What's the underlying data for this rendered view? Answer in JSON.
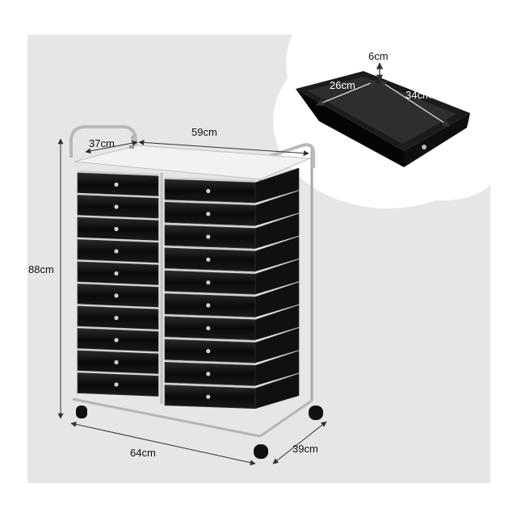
{
  "colors": {
    "background": "#ffffff",
    "panel": "#e6e6e6",
    "drawer": "#0d0d0d",
    "chrome": "#c8c8c8",
    "dimension_line": "#333333"
  },
  "dimensions": {
    "height": "88cm",
    "width": "64cm",
    "depth": "39cm",
    "top_width": "59cm",
    "top_depth": "37cm",
    "drawer_depth": "6cm",
    "drawer_width": "26cm",
    "drawer_length": "34cm"
  },
  "product": {
    "drawer_columns": 2,
    "drawers_per_column": 10,
    "casters": 4
  }
}
